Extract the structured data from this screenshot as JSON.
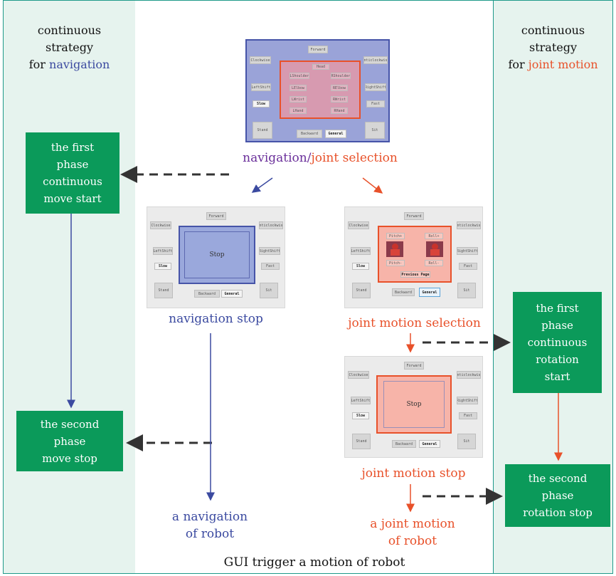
{
  "left_column": {
    "title_lines": [
      "continuous",
      "strategy"
    ],
    "title_prefix": "for ",
    "title_highlight": "navigation"
  },
  "right_column": {
    "title_lines": [
      "continuous",
      "strategy"
    ],
    "title_prefix": "for ",
    "title_highlight": "joint motion"
  },
  "green_boxes": {
    "nav_start": [
      "the first",
      "phase",
      "continuous",
      "move start"
    ],
    "nav_stop": [
      "the second",
      "phase",
      "move stop"
    ],
    "joint_start": [
      "the first",
      "phase",
      "continuous",
      "rotation",
      "start"
    ],
    "joint_stop": [
      "the second",
      "phase",
      "rotation stop"
    ]
  },
  "labels": {
    "selection_nav": "navigation",
    "selection_slash": "/",
    "selection_joint": "joint selection",
    "nav_stop": "navigation stop",
    "joint_motion_selection": "joint motion selection",
    "joint_motion_stop": "joint motion stop",
    "nav_result": [
      "a navigation",
      "of robot"
    ],
    "joint_result": [
      "a joint motion",
      "of robot"
    ],
    "footer": "GUI trigger a motion of robot"
  },
  "gui": {
    "forward": "Forward",
    "clockwise": "Clockwise",
    "anticlockwise": "Anticlockwise",
    "leftshift": "LeftShift",
    "rightshift": "RightShift",
    "slow": "Slow",
    "fast": "Fast",
    "stand": "Stand",
    "backward": "Backward",
    "general": "General",
    "sit": "Sit",
    "stop": "Stop",
    "joints": [
      "Head",
      "LShoulder",
      "RShoulder",
      "LElbow",
      "RElbow",
      "LWrist",
      "RWrist",
      "LHand",
      "RHand"
    ],
    "pitch_plus": "Pitch+",
    "roll_plus": "Roll+",
    "pitch_minus": "Pitch-",
    "roll_minus": "Roll-",
    "previous_page": "Previous Page"
  },
  "colors": {
    "blue": "#3b4aa0",
    "red": "#e8512a",
    "green": "#0b9a5a",
    "dashed": "#333333"
  }
}
